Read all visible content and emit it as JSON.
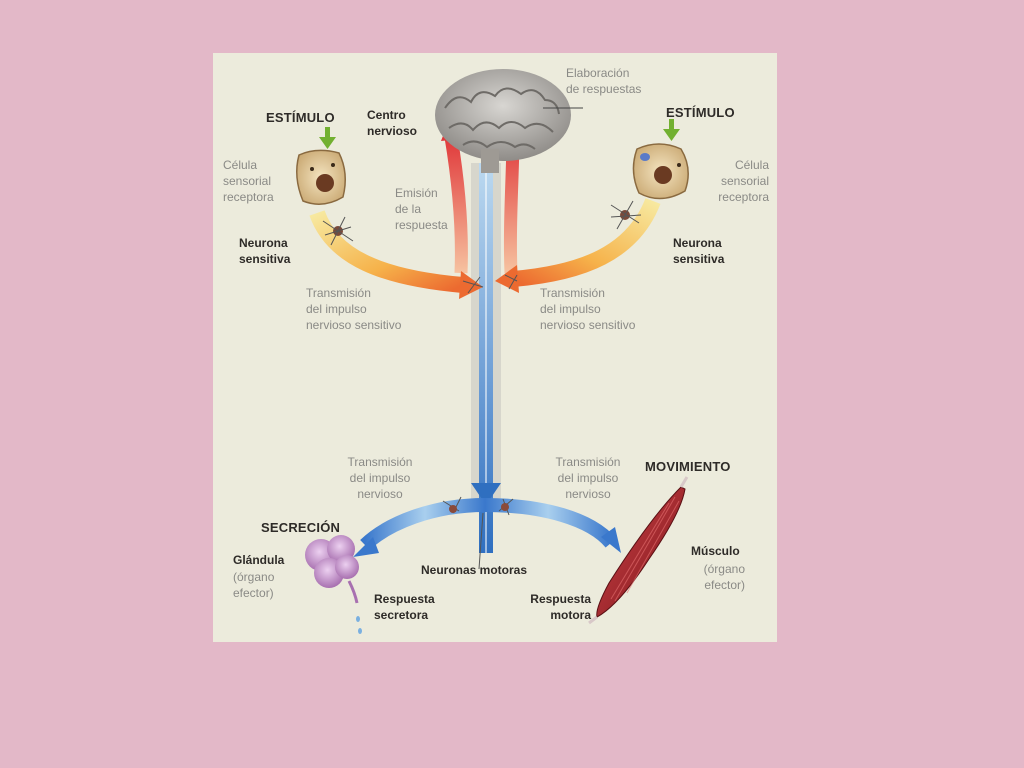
{
  "colors": {
    "page_background": "#e3b8c8",
    "panel_background": "#ecebdc",
    "sensory_path": "#f6a33a",
    "response_path": "#e85a4a",
    "motor_path": "#4a90d9",
    "muscle": "#a8242a",
    "gland": "#c89ad0"
  },
  "labels": {
    "elaboracion": "Elaboración\nde respuestas",
    "centro": "Centro\nnervioso",
    "estimulo_left": "ESTÍMULO",
    "estimulo_right": "ESTÍMULO",
    "celula_left": "Célula\nsensorial\nreceptora",
    "celula_right": "Célula\nsensorial\nreceptora",
    "emision": "Emisión\nde la\nrespuesta",
    "neurona_sens_left": "Neurona\nsensitiva",
    "neurona_sens_right": "Neurona\nsensitiva",
    "trans_sens_left": "Transmisión\ndel impulso\nnervioso sensitivo",
    "trans_sens_right": "Transmisión\ndel impulso\nnervioso sensitivo",
    "trans_left": "Transmisión\ndel impulso\nnervioso",
    "trans_right": "Transmisión\ndel impulso\nnervioso",
    "movimiento": "MOVIMIENTO",
    "secrecion": "SECRECIÓN",
    "glandula": "Glándula",
    "organo_left": "(órgano\nefector)",
    "musculo": "Músculo",
    "organo_right": "(órgano\nefector)",
    "neuronas_motoras": "Neuronas motoras",
    "resp_secretora": "Respuesta\nsecretora",
    "resp_motora": "Respuesta\nmotora"
  },
  "icons": [
    "brain-icon",
    "receptor-cell-icon",
    "stimulus-arrow-icon",
    "neuron-icon",
    "gland-icon",
    "muscle-icon"
  ]
}
